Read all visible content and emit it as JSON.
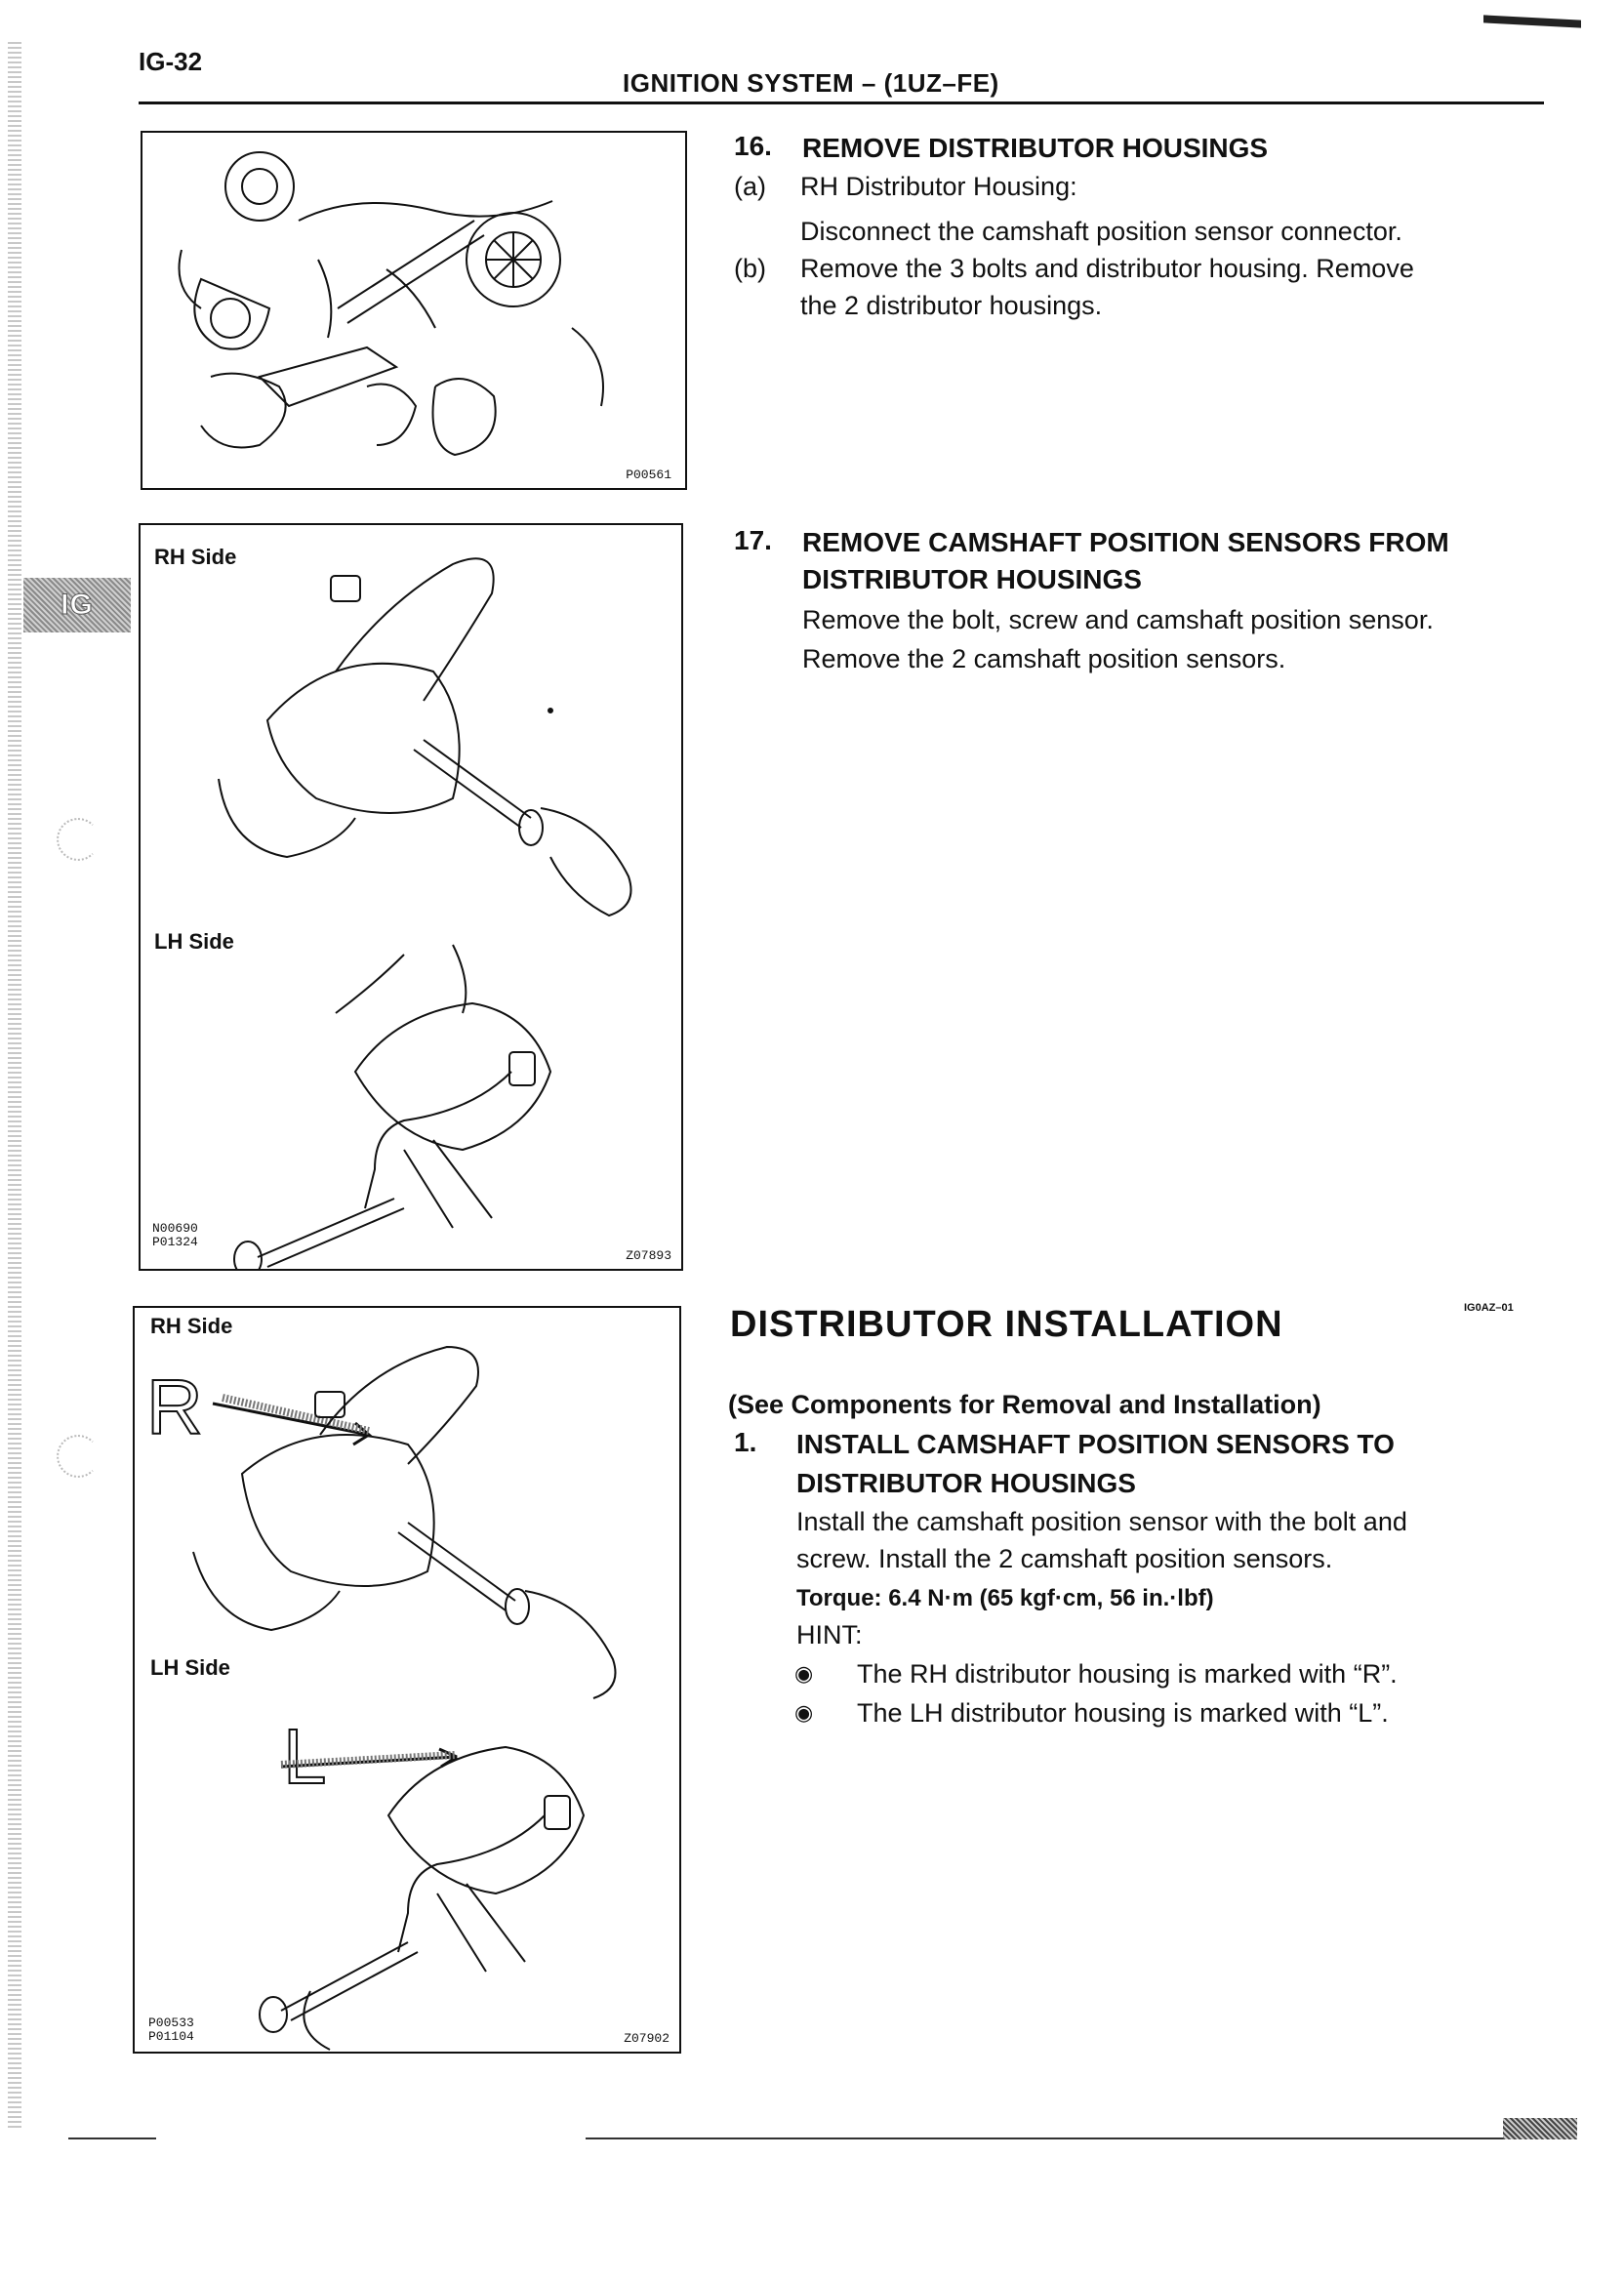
{
  "header": {
    "page_code": "IG-32",
    "running_title": "IGNITION SYSTEM – (1UZ–FE)"
  },
  "side_tab": "IG",
  "figures": [
    {
      "code": "P00561"
    },
    {
      "rh_label": "RH Side",
      "lh_label": "LH Side",
      "code_left": "N00690\nP01324",
      "code_right": "Z07893"
    },
    {
      "rh_label": "RH Side",
      "lh_label": "LH Side",
      "mark_r": "R",
      "mark_l": "L",
      "code_left": "P00533\nP01104",
      "code_right": "Z07902"
    }
  ],
  "step16": {
    "number": "16.",
    "title": "REMOVE DISTRIBUTOR HOUSINGS",
    "a_marker": "(a)",
    "a_line1": "RH Distributor Housing:",
    "a_line2": "Disconnect the camshaft position sensor connector.",
    "b_marker": "(b)",
    "b_line1": "Remove the 3 bolts and distributor housing. Remove",
    "b_line2": "the 2 distributor housings."
  },
  "step17": {
    "number": "17.",
    "title_line1": "REMOVE CAMSHAFT POSITION SENSORS FROM",
    "title_line2": "DISTRIBUTOR HOUSINGS",
    "line1": "Remove the bolt, screw and camshaft position sensor.",
    "line2": "Remove the 2 camshaft position sensors."
  },
  "installation": {
    "title": "DISTRIBUTOR INSTALLATION",
    "code": "IG0AZ–01",
    "see_components": "(See Components for Removal and Installation)",
    "step1_number": "1.",
    "step1_title_line1": "INSTALL CAMSHAFT POSITION SENSORS TO",
    "step1_title_line2": "DISTRIBUTOR HOUSINGS",
    "step1_line1": "Install the camshaft position sensor with the bolt and",
    "step1_line2": "screw. Install the 2 camshaft position sensors.",
    "torque": "Torque: 6.4 N·m (65 kgf·cm, 56 in.·lbf)",
    "hint_label": "HINT:",
    "hints": [
      "The RH distributor housing is marked with “R”.",
      "The LH distributor housing is marked with “L”."
    ]
  }
}
